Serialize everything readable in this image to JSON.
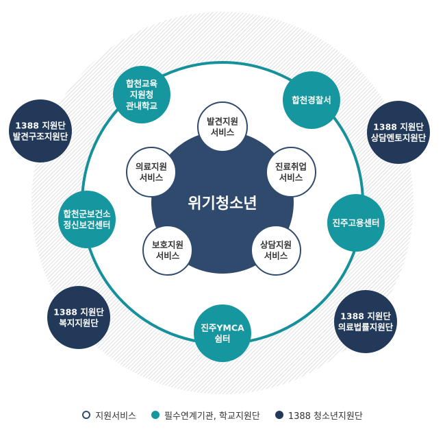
{
  "colors": {
    "hatch": "#d7d7d7",
    "ring": "#16919b",
    "center": "#2f4a6d",
    "teal": "#16979f",
    "navy": "#22395a",
    "service_border": "#2f4a6d",
    "white": "#ffffff"
  },
  "center": {
    "label": "위기청소년"
  },
  "services": [
    {
      "lines": [
        "발견지원",
        "서비스"
      ]
    },
    {
      "lines": [
        "진료취업",
        "서비스"
      ]
    },
    {
      "lines": [
        "상담지원",
        "서비스"
      ]
    },
    {
      "lines": [
        "보호지원",
        "서비스"
      ]
    },
    {
      "lines": [
        "의료지원",
        "서비스"
      ]
    }
  ],
  "agencies": [
    {
      "lines": [
        "합천교육",
        "지원청",
        "관내학교"
      ]
    },
    {
      "lines": [
        "합천경찰서"
      ]
    },
    {
      "lines": [
        "진주고용센터"
      ]
    },
    {
      "lines": [
        "진주YMCA",
        "쉼터"
      ]
    },
    {
      "lines": [
        "합천군보건소",
        "정신보건센터"
      ]
    }
  ],
  "teams": [
    {
      "lines": [
        "1388 지원단",
        "발견구조지원단"
      ]
    },
    {
      "lines": [
        "1388 지원단",
        "상담멘토지원단"
      ]
    },
    {
      "lines": [
        "1388 지원단",
        "복지지원단"
      ]
    },
    {
      "lines": [
        "1388 지원단",
        "의료법률지원단"
      ]
    }
  ],
  "legend": [
    {
      "label": "지원서비스",
      "icon": "circle-outline-icon"
    },
    {
      "label": "필수연계기관, 학교지원단",
      "icon": "circle-teal-icon"
    },
    {
      "label": "1388 청소년지원단",
      "icon": "circle-navy-icon"
    }
  ]
}
